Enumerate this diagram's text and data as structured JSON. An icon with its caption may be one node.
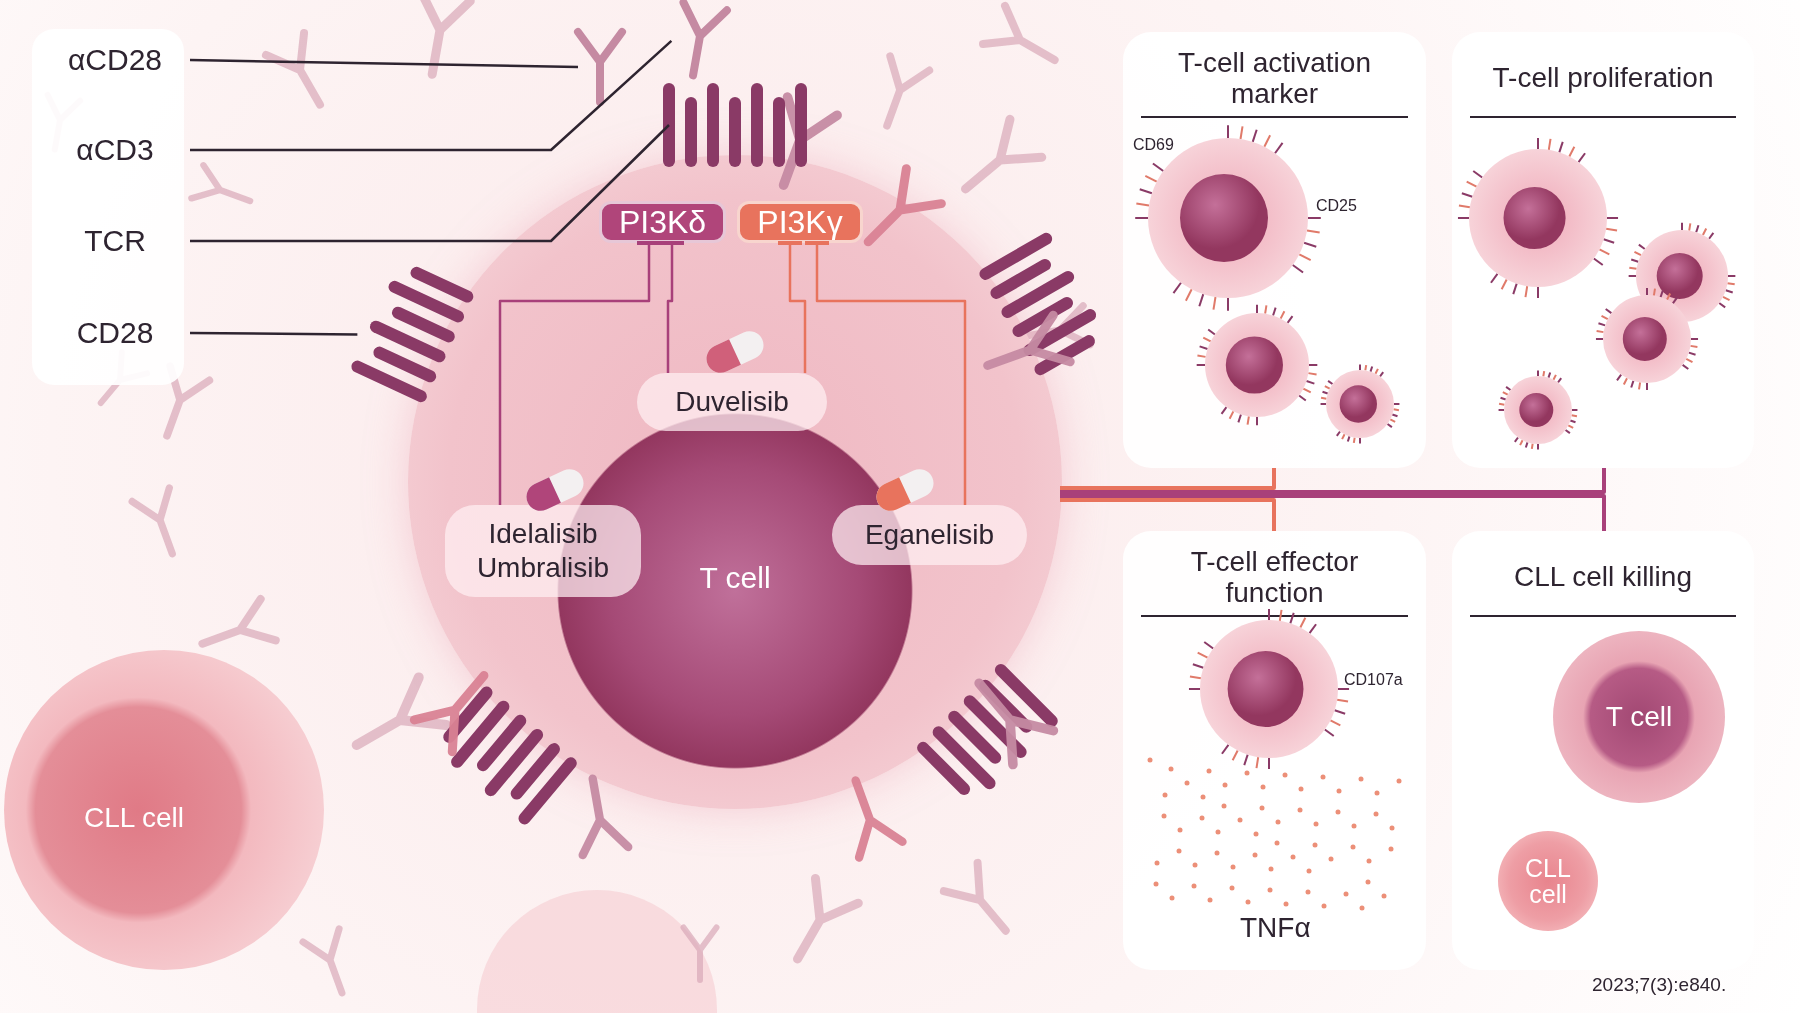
{
  "diagram": {
    "nodes": [
      {
        "text": [
          "αCD28"
        ]
      },
      {
        "text": [
          "αCD3"
        ]
      },
      {
        "text": [
          "TCR"
        ]
      },
      {
        "text": [
          "CD28"
        ]
      },
      {
        "text": [
          "T cell"
        ]
      },
      {
        "text": [
          "PI3Kδ"
        ],
        "in": 4
      },
      {
        "text": [
          "PI3Kγ"
        ],
        "in": 4
      },
      {
        "text": [
          "Duvelisib"
        ],
        "in": 4
      },
      {
        "text": [
          "Idelalisib",
          "Umbralisib"
        ],
        "in": 4
      },
      {
        "text": [
          "Eganelisib"
        ],
        "in": 4
      },
      {
        "text": [
          "CLL cell"
        ]
      },
      {
        "text": [
          "T-cell activation marker"
        ]
      },
      {
        "text": [
          "T-cell proliferation"
        ]
      },
      {
        "text": [
          "T-cell effector function"
        ]
      },
      {
        "text": [
          "CLL cell killing"
        ]
      },
      {
        "text": [
          "T cell"
        ],
        "in": 14
      },
      {
        "text": [
          "CLL cell"
        ],
        "in": 14
      },
      {
        "text": [],
        "shape": "picture"
      },
      {
        "text": [],
        "shape": "picture"
      },
      {
        "text": [],
        "shape": "picture"
      },
      {
        "text": [],
        "shape": "picture"
      }
    ],
    "edges": [
      {
        "from": 0,
        "to": 17,
        "arrow": "none"
      },
      {
        "from": 1,
        "to": 18,
        "arrow": "none"
      },
      {
        "from": 2,
        "to": 19,
        "arrow": "none"
      },
      {
        "from": 3,
        "to": 20,
        "arrow": "none"
      },
      {
        "from": 7,
        "to": 5,
        "arrow": "other",
        "color": "#a8407a"
      },
      {
        "from": 7,
        "to": 6,
        "arrow": "other",
        "color": "#e8735d"
      },
      {
        "from": 8,
        "to": 5,
        "arrow": "other",
        "color": "#a8407a"
      },
      {
        "from": 9,
        "to": 6,
        "arrow": "other",
        "color": "#e8735d"
      },
      {
        "from": 4,
        "to": 11,
        "arrow": "none",
        "color": "#e8735d"
      },
      {
        "from": 4,
        "to": 13,
        "arrow": "none",
        "color": "#e8735d"
      },
      {
        "from": 4,
        "to": 12,
        "arrow": "none",
        "color": "#a8407a"
      },
      {
        "from": 4,
        "to": 14,
        "arrow": "none",
        "color": "#a8407a"
      }
    ],
    "labels": [
      "CD69",
      "CD25",
      "CD107a",
      "TNFα",
      "2023;7(3):e840."
    ]
  }
}
